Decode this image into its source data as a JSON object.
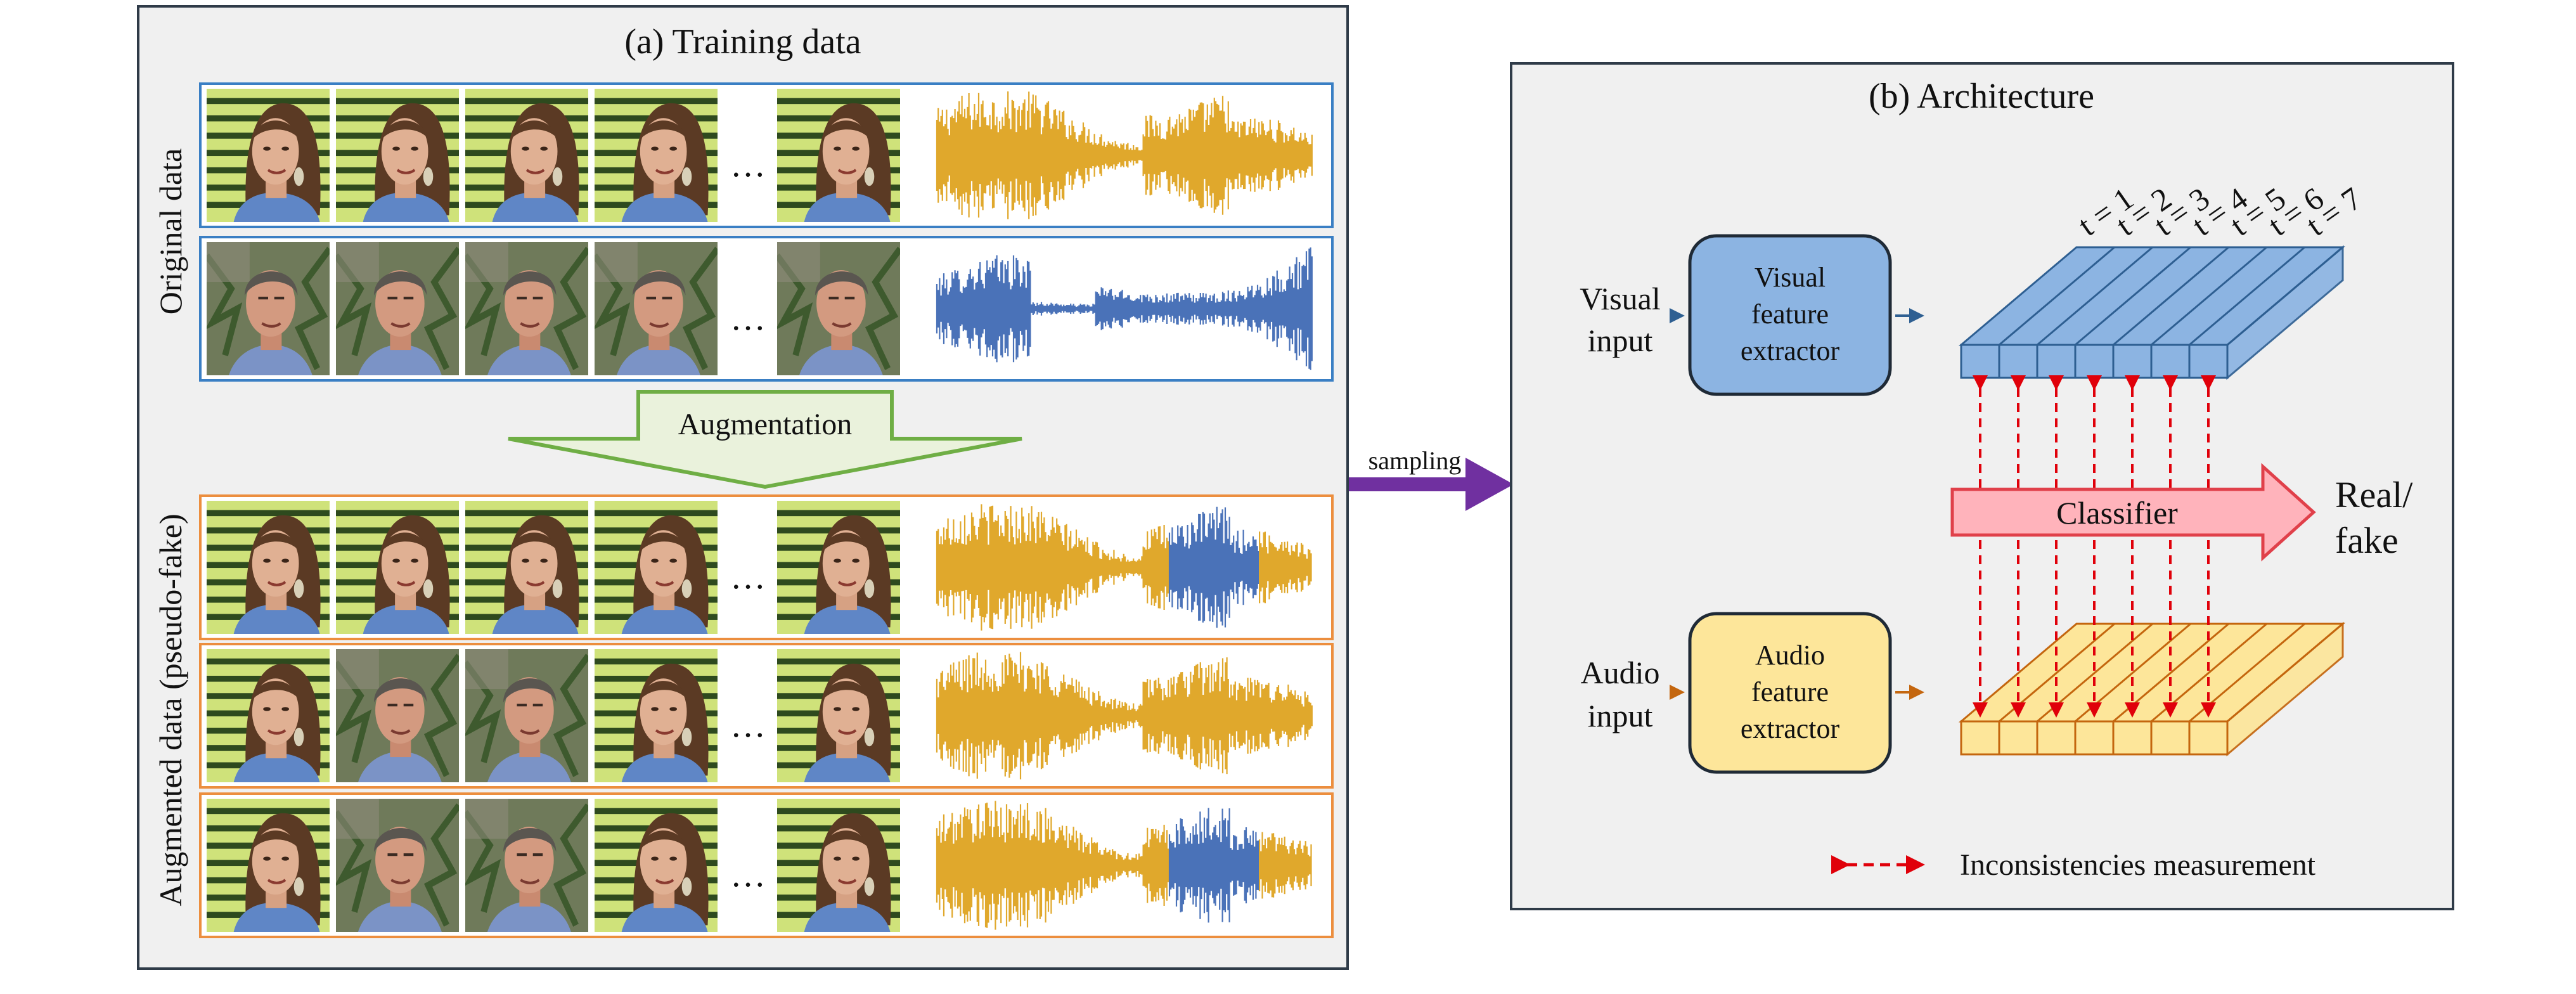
{
  "panel_a": {
    "title": "(a) Training data",
    "original_label": "Original data",
    "augmented_label": "Augmented data (pseudo-fake)",
    "augmentation_label": "Augmentation",
    "ellipsis": "…",
    "rows": [
      {
        "group": "original",
        "faces": [
          "woman",
          "woman",
          "woman",
          "woman",
          "woman"
        ],
        "audio": [
          {
            "speaker": "woman",
            "share": 1.0
          }
        ]
      },
      {
        "group": "original",
        "faces": [
          "man",
          "man",
          "man",
          "man",
          "man"
        ],
        "audio": [
          {
            "speaker": "man",
            "share": 1.0
          }
        ]
      },
      {
        "group": "augmented",
        "faces": [
          "woman",
          "woman",
          "woman",
          "woman",
          "woman"
        ],
        "audio": [
          {
            "speaker": "woman",
            "share": 0.62
          },
          {
            "speaker": "man",
            "share": 0.24
          },
          {
            "speaker": "woman",
            "share": 0.14
          }
        ]
      },
      {
        "group": "augmented",
        "faces": [
          "woman",
          "man",
          "man",
          "woman",
          "woman"
        ],
        "audio": [
          {
            "speaker": "woman",
            "share": 1.0
          }
        ]
      },
      {
        "group": "augmented",
        "faces": [
          "woman",
          "man",
          "man",
          "woman",
          "woman"
        ],
        "audio": [
          {
            "speaker": "woman",
            "share": 0.62
          },
          {
            "speaker": "man",
            "share": 0.24
          },
          {
            "speaker": "woman",
            "share": 0.14
          }
        ]
      }
    ]
  },
  "sampling_label": "sampling",
  "panel_b": {
    "title": "(b) Architecture",
    "visual_input_label": [
      "Visual",
      "input"
    ],
    "audio_input_label": [
      "Audio",
      "input"
    ],
    "visual_extractor_label": [
      "Visual",
      "feature",
      "extractor"
    ],
    "audio_extractor_label": [
      "Audio",
      "feature",
      "extractor"
    ],
    "classifier_label": "Classifier",
    "output_label": [
      "Real/",
      "fake"
    ],
    "time_labels": [
      "t = 1",
      "t = 2",
      "t = 3",
      "t = 4",
      "t = 5",
      "t = 6",
      "t = 7"
    ],
    "legend_label": "Inconsistencies measurement"
  },
  "colors": {
    "woman_audio": "#e0a82c",
    "man_audio": "#4a72b8",
    "blue_box": "#8cb4e2",
    "blue_stroke": "#2e5f92",
    "yellow_box": "#fde69a",
    "yellow_stroke": "#c4660e",
    "augmentation_arrow": "#eaf2dc",
    "augmentation_stroke": "#6fae45",
    "sampling_arrow": "#7030a0",
    "classifier_fill": "#ffb3bb",
    "classifier_stroke": "#e0404a",
    "dashed_arrow": "#e0000a",
    "original_border": "#3a7fc4",
    "augmented_border": "#ec8e3e",
    "panel_bg": "#f0f0f0"
  }
}
